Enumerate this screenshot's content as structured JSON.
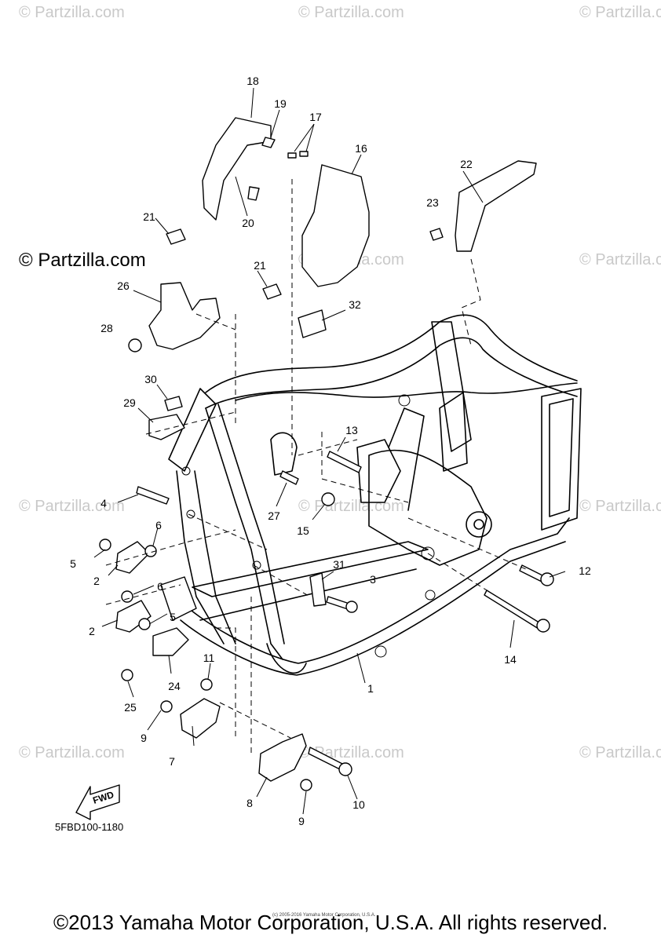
{
  "watermarks": {
    "text": "© Partzilla.com",
    "emphasized_text": "© Partzilla.com"
  },
  "callouts": [
    {
      "id": "c1",
      "label": "1"
    },
    {
      "id": "c2a",
      "label": "2"
    },
    {
      "id": "c2b",
      "label": "2"
    },
    {
      "id": "c3",
      "label": "3"
    },
    {
      "id": "c4",
      "label": "4"
    },
    {
      "id": "c5a",
      "label": "5"
    },
    {
      "id": "c5b",
      "label": "5"
    },
    {
      "id": "c6a",
      "label": "6"
    },
    {
      "id": "c6b",
      "label": "6"
    },
    {
      "id": "c7",
      "label": "7"
    },
    {
      "id": "c8",
      "label": "8"
    },
    {
      "id": "c9a",
      "label": "9"
    },
    {
      "id": "c9b",
      "label": "9"
    },
    {
      "id": "c10",
      "label": "10"
    },
    {
      "id": "c11",
      "label": "11"
    },
    {
      "id": "c12",
      "label": "12"
    },
    {
      "id": "c13",
      "label": "13"
    },
    {
      "id": "c14",
      "label": "14"
    },
    {
      "id": "c15",
      "label": "15"
    },
    {
      "id": "c16",
      "label": "16"
    },
    {
      "id": "c17",
      "label": "17"
    },
    {
      "id": "c18",
      "label": "18"
    },
    {
      "id": "c19",
      "label": "19"
    },
    {
      "id": "c20",
      "label": "20"
    },
    {
      "id": "c21a",
      "label": "21"
    },
    {
      "id": "c21b",
      "label": "21"
    },
    {
      "id": "c22",
      "label": "22"
    },
    {
      "id": "c23",
      "label": "23"
    },
    {
      "id": "c24",
      "label": "24"
    },
    {
      "id": "c25",
      "label": "25"
    },
    {
      "id": "c26",
      "label": "26"
    },
    {
      "id": "c27",
      "label": "27"
    },
    {
      "id": "c28",
      "label": "28"
    },
    {
      "id": "c29",
      "label": "29"
    },
    {
      "id": "c30",
      "label": "30"
    },
    {
      "id": "c31",
      "label": "31"
    },
    {
      "id": "c32",
      "label": "32"
    }
  ],
  "fwd_arrow_label": "FWD",
  "diagram_code": "5FBD100-1180",
  "copyright": "©2013 Yamaha Motor Corporation, U.S.A. All rights reserved.",
  "fine_print": "(c) 2005-2016 Yamaha Motor Corporation, U.S.A."
}
